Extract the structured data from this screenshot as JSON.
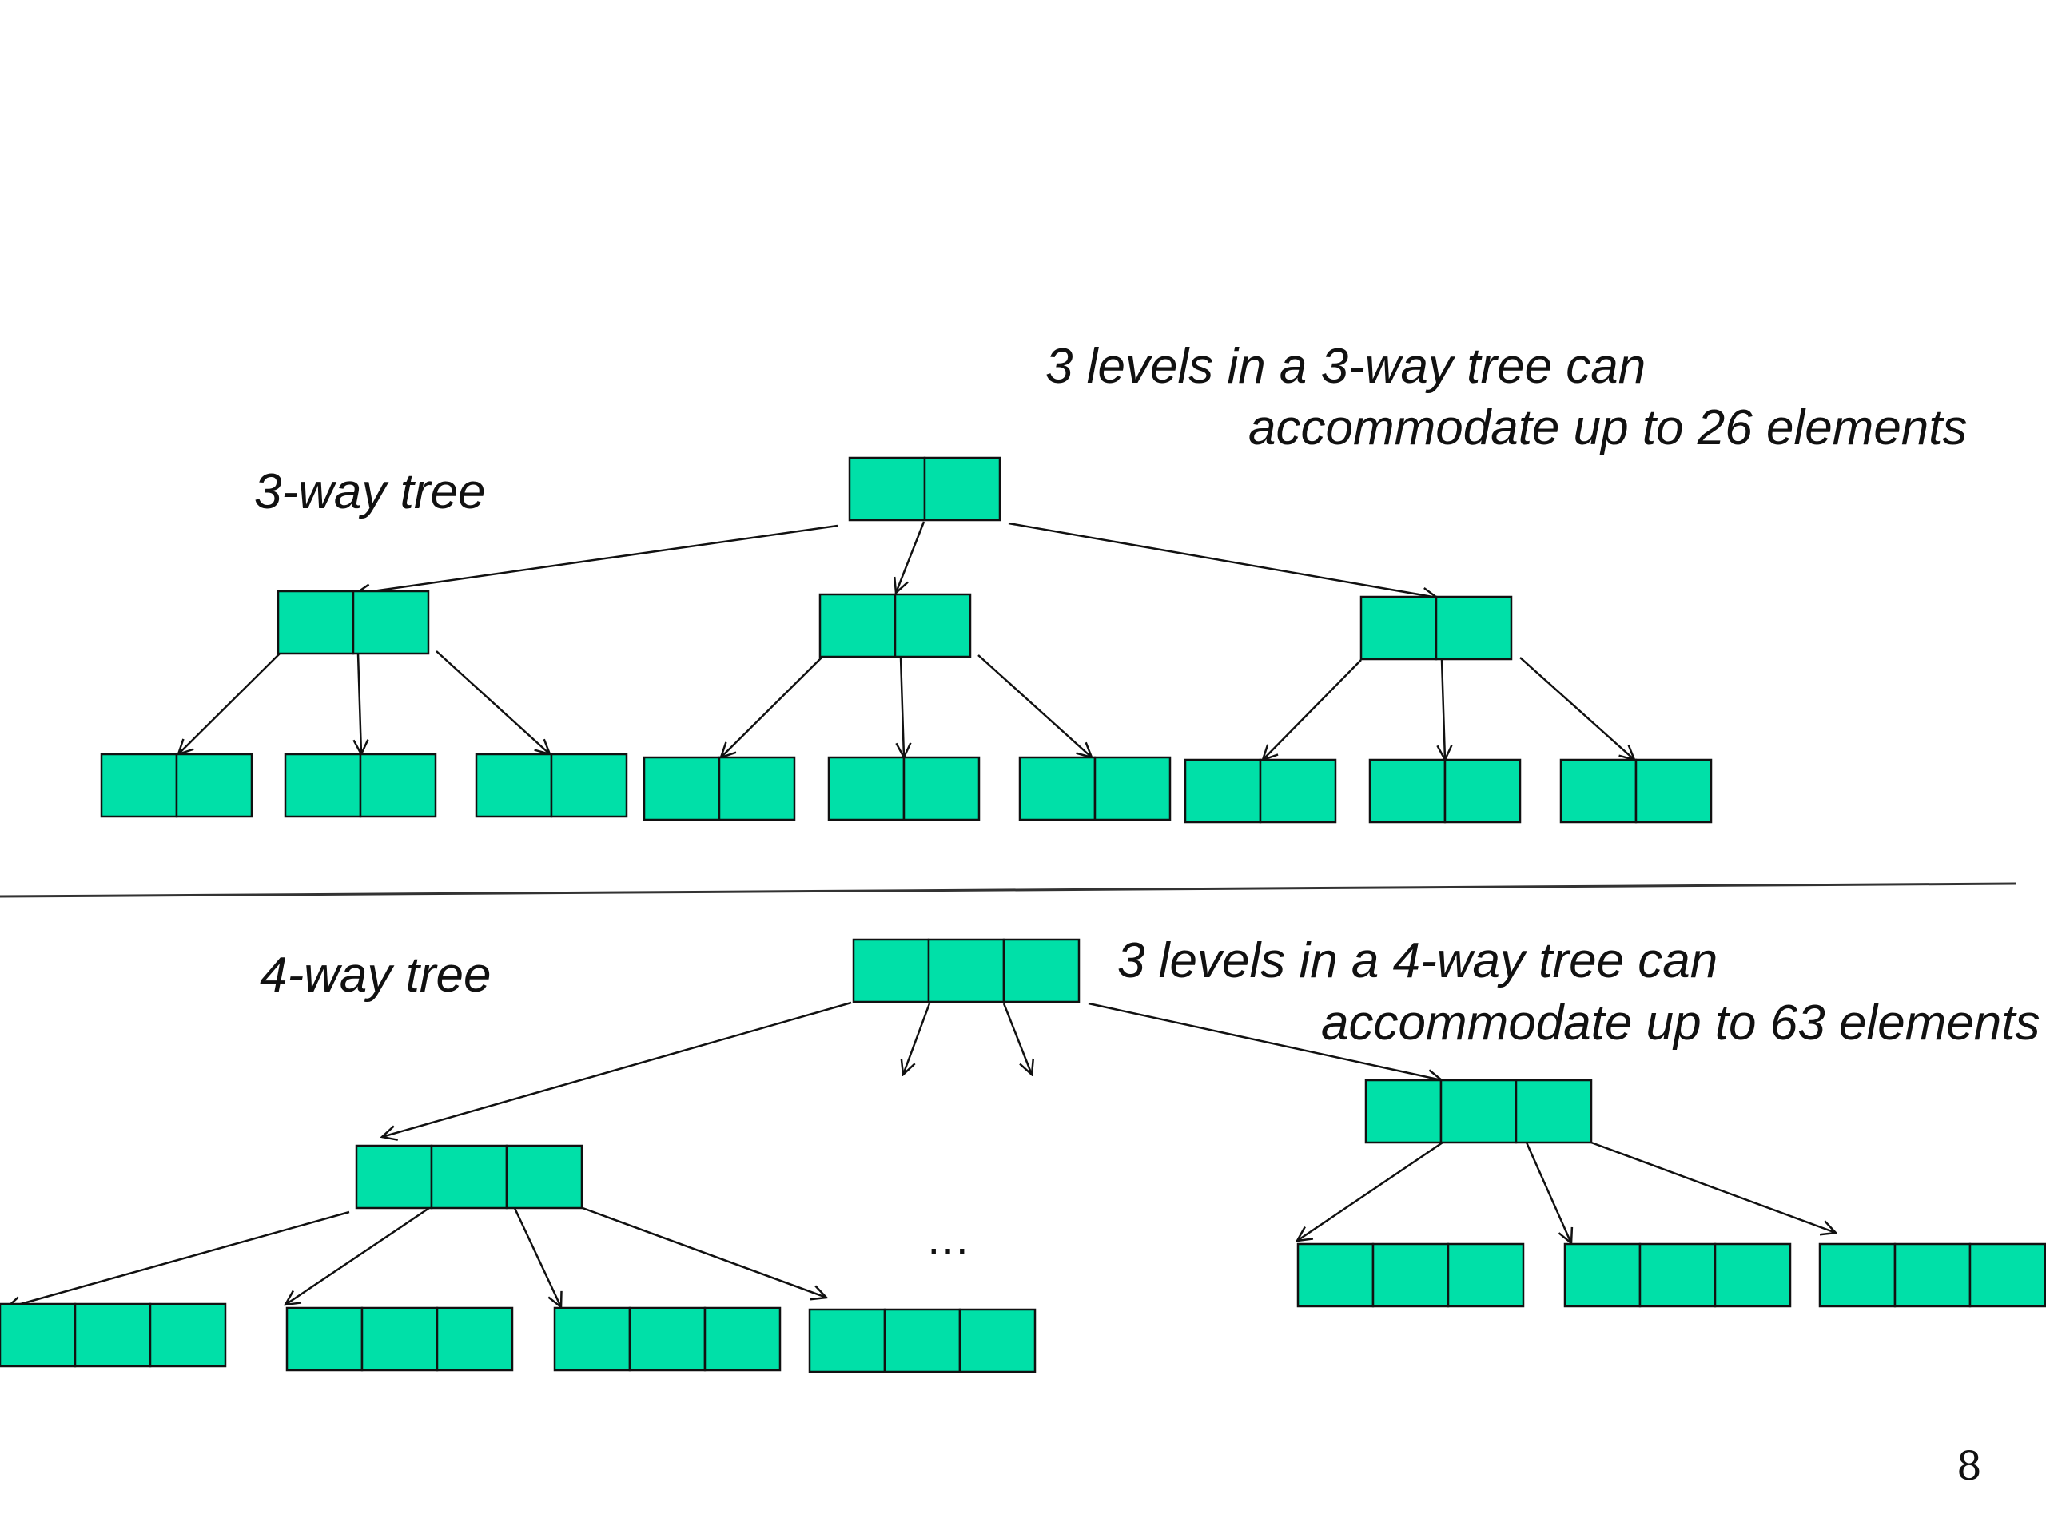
{
  "colors": {
    "cell_fill": "#00E0A8",
    "stroke": "#111111",
    "background": "#FFFFFF"
  },
  "three_way": {
    "title": "3-way tree",
    "caption_line1": "3 levels in a 3-way tree can",
    "caption_line2": "accommodate up to 26 elements",
    "cells_per_node": 2
  },
  "four_way": {
    "title": "4-way tree",
    "caption_line1": "3 levels in a 4-way tree can",
    "caption_line2": "accommodate up to 63 elements",
    "cells_per_node": 3,
    "ellipsis": "…"
  },
  "page_number": "8"
}
